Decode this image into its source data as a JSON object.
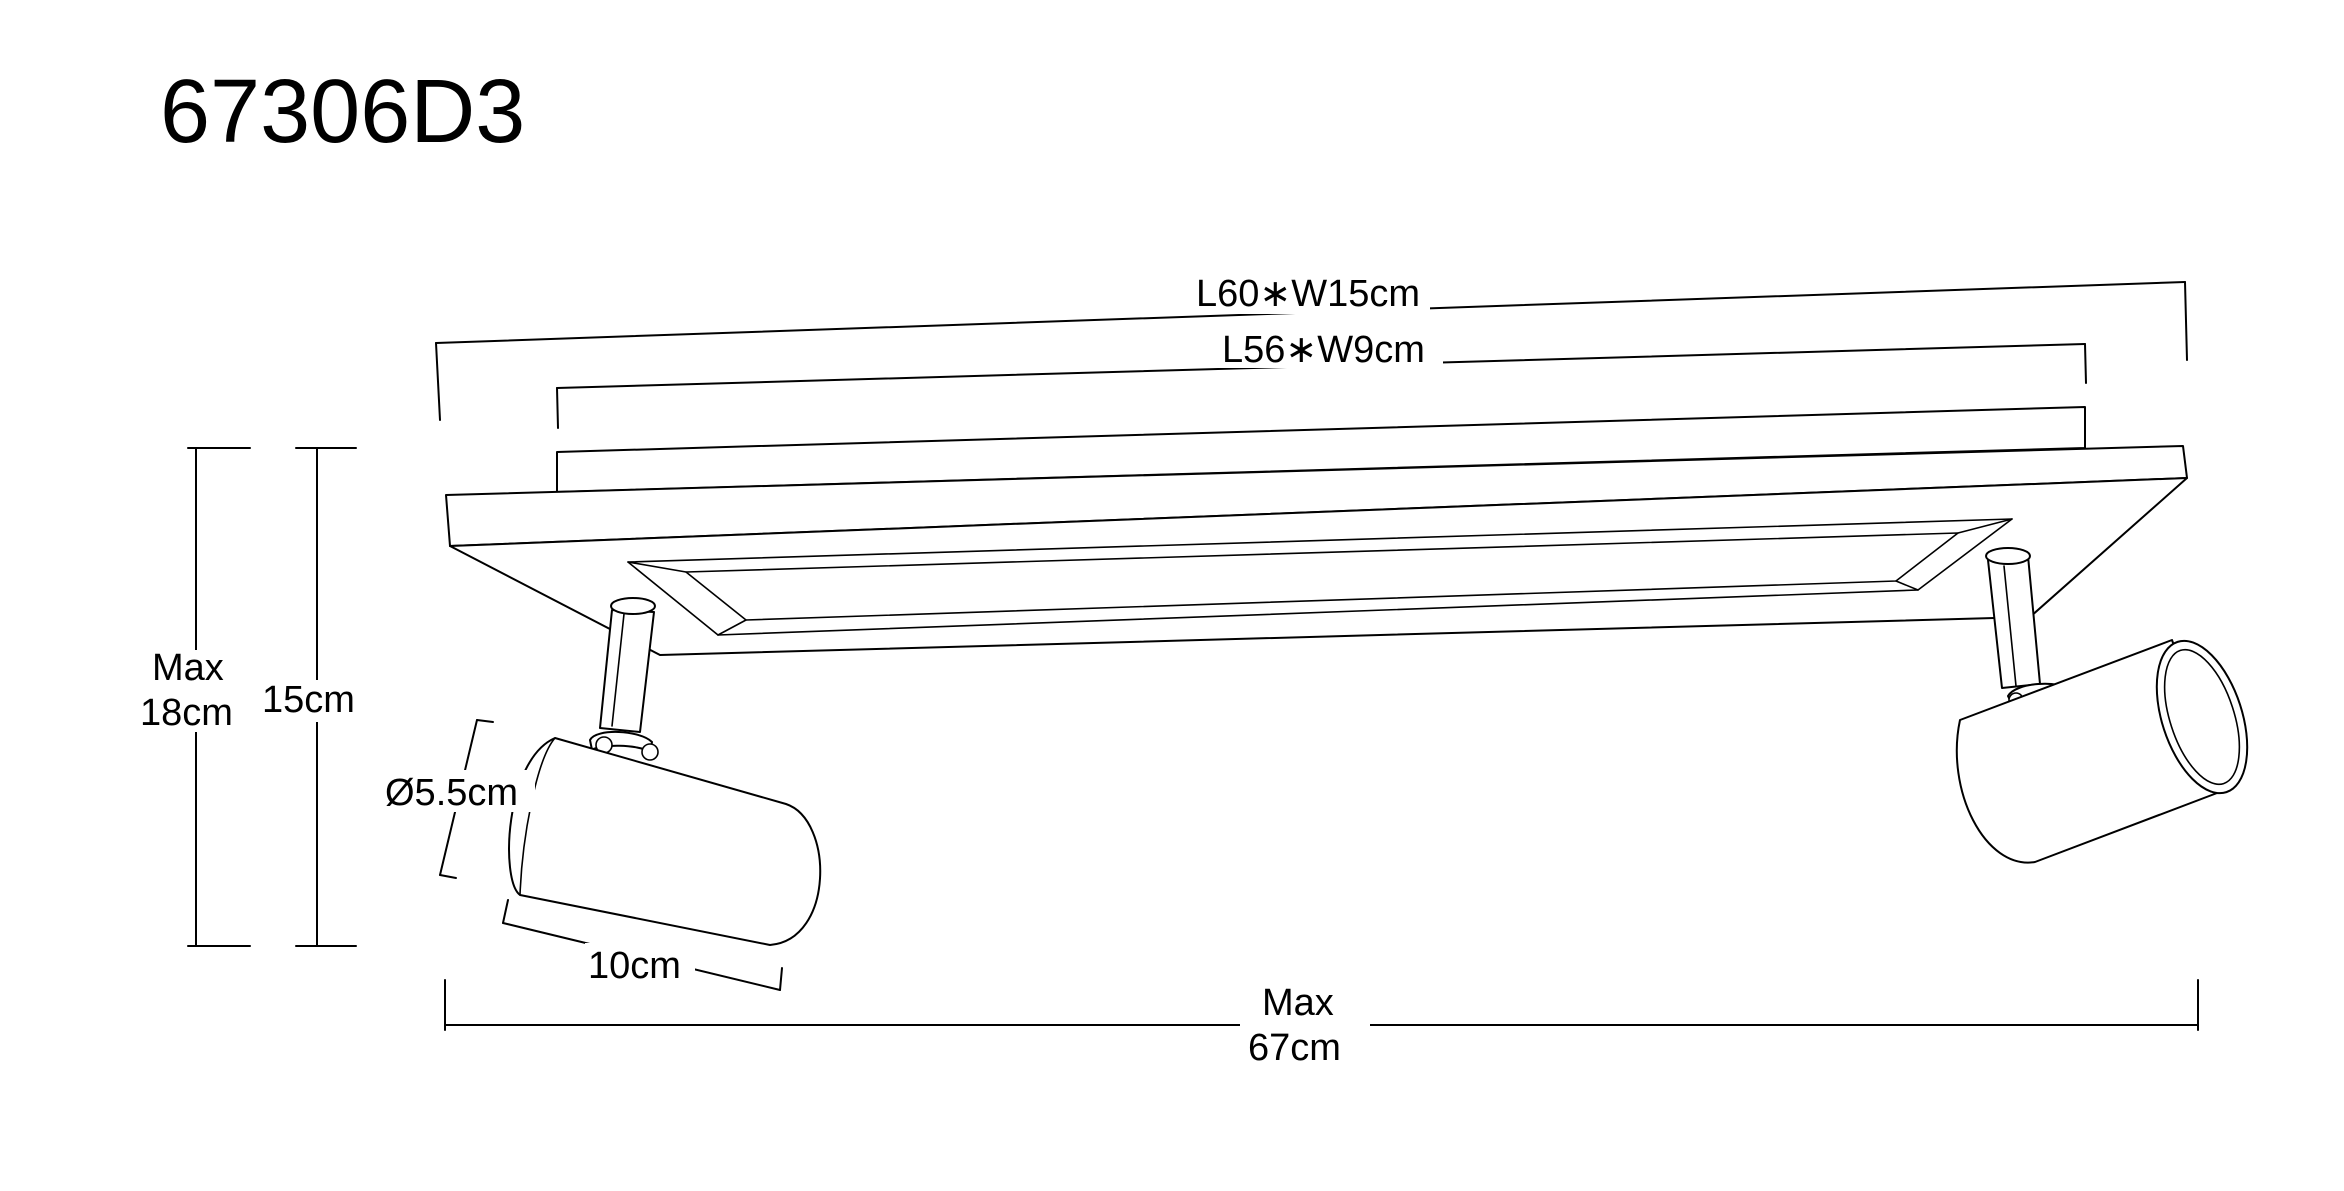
{
  "model_code": "67306D3",
  "dimensions": {
    "outer_plate": "L60∗W15cm",
    "inner_plate": "L56∗W9cm",
    "max_height_line1": "Max",
    "max_height_line2": "18cm",
    "height": "15cm",
    "shade_diameter": "Ø5.5cm",
    "shade_length": "10cm",
    "max_width_line1": "Max",
    "max_width_line2": "67cm"
  }
}
